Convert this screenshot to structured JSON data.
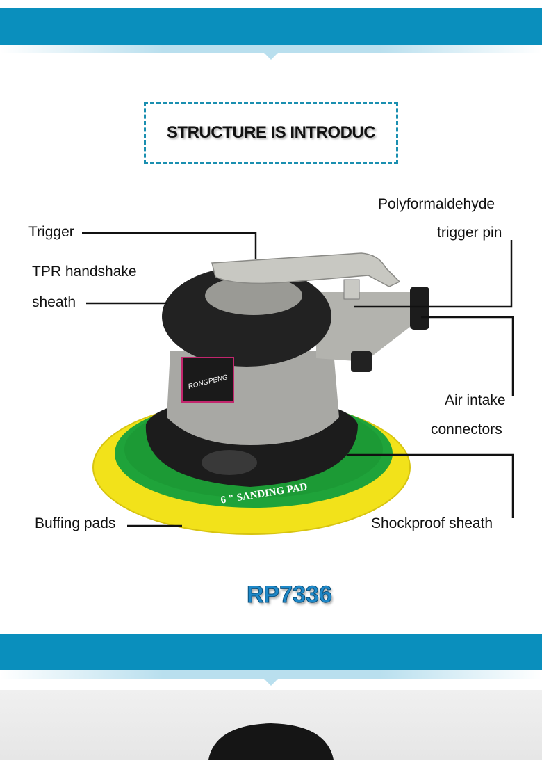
{
  "section_title": "STRUCTURE IS INTRODUC",
  "labels": {
    "trigger": "Trigger",
    "tpr_line1": "TPR handshake",
    "tpr_line2": "sheath",
    "poly_line1": "Polyformaldehyde",
    "poly_line2": "trigger pin",
    "air_line1": "Air intake",
    "air_line2": "connectors",
    "buffing": "Buffing pads",
    "shockproof": "Shockproof sheath"
  },
  "product": {
    "brand": "RONGPENG",
    "pad_text": "6 \" SANDING PAD",
    "model": "RP7336"
  },
  "colors": {
    "banner": "#0a8fbd",
    "pad_yellow": "#f2e21a",
    "pad_green": "#1fa33a",
    "body_gray": "#a8a8a4",
    "rubber_black": "#1c1c1c",
    "model_text": "#1e88c8"
  }
}
